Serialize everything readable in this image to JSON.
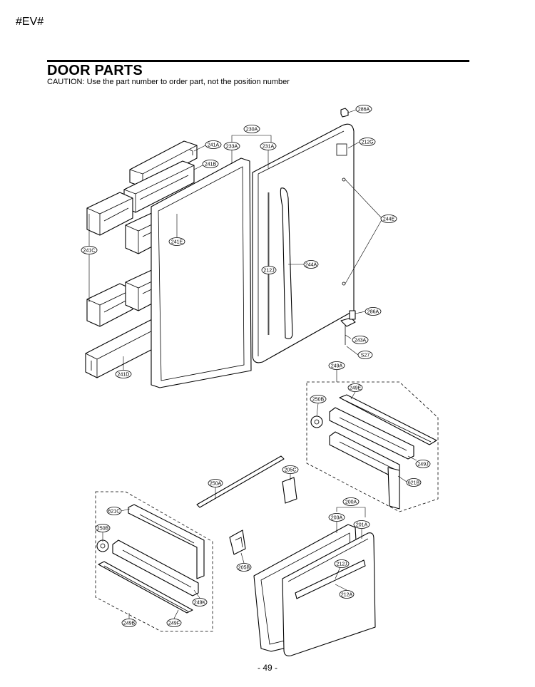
{
  "header": {
    "doc_id": "#EV#"
  },
  "section": {
    "title": "DOOR PARTS",
    "caution": "CAUTION: Use the part number to order part, not the position number"
  },
  "footer": {
    "page": "- 49 -"
  },
  "labels": {
    "l286A_top": "286A",
    "l212G": "212G",
    "l230A": "230A",
    "l233A": "233A",
    "l231A": "231A",
    "l241A": "241A",
    "l241B": "241B",
    "l244E": "244E",
    "l241C": "241C",
    "l241E": "241E",
    "l212J_top": "212J",
    "l244A": "244A",
    "l286A_hinge": "286A",
    "l243A": "243A",
    "lS27": "S27",
    "l241D": "241D",
    "l249A": "249A",
    "l249E": "249E",
    "l250B_right": "250B",
    "l249J": "249J",
    "l621B": "621B",
    "l205C": "205C",
    "l250A": "250A",
    "l200A": "200A",
    "l203A": "203A",
    "l201A": "201A",
    "l621C": "621C",
    "l250B_left": "250B",
    "l205B": "205B",
    "l212J_bottom": "212J",
    "l212A": "212A",
    "l249K": "249K",
    "l249B": "249B",
    "l249F": "249F"
  }
}
